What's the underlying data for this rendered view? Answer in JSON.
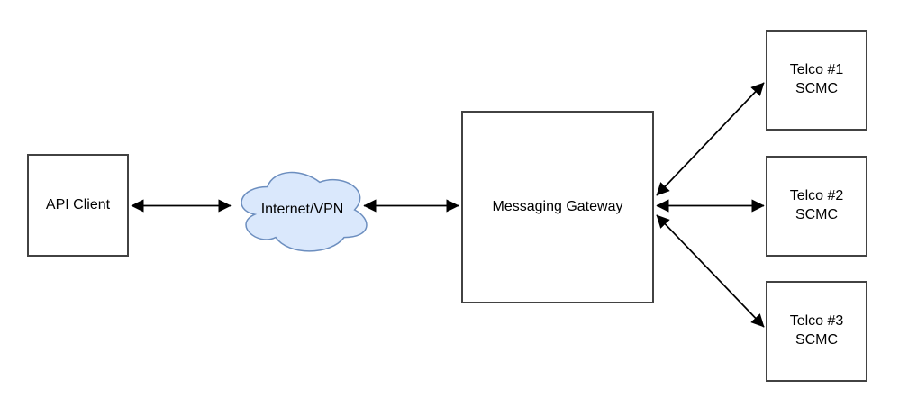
{
  "diagram": {
    "nodes": {
      "api_client": {
        "label": "API Client"
      },
      "internet_vpn": {
        "label": "Internet/VPN"
      },
      "messaging_gateway": {
        "label": "Messaging Gateway"
      },
      "telco_1": {
        "label": "Telco #1\nSCMC"
      },
      "telco_2": {
        "label": "Telco #2\nSCMC"
      },
      "telco_3": {
        "label": "Telco #3\nSCMC"
      }
    },
    "edges": [
      {
        "from": "api_client",
        "to": "internet_vpn",
        "direction": "bidirectional"
      },
      {
        "from": "internet_vpn",
        "to": "messaging_gateway",
        "direction": "bidirectional"
      },
      {
        "from": "messaging_gateway",
        "to": "telco_1",
        "direction": "bidirectional"
      },
      {
        "from": "messaging_gateway",
        "to": "telco_2",
        "direction": "bidirectional"
      },
      {
        "from": "messaging_gateway",
        "to": "telco_3",
        "direction": "bidirectional"
      }
    ],
    "colors": {
      "background": "#ffffff",
      "node_fill": "#ffffff",
      "node_border": "#424242",
      "cloud_fill": "#dae8fc",
      "cloud_border": "#6c8ebf",
      "arrow": "#000000",
      "text": "#000000"
    }
  }
}
